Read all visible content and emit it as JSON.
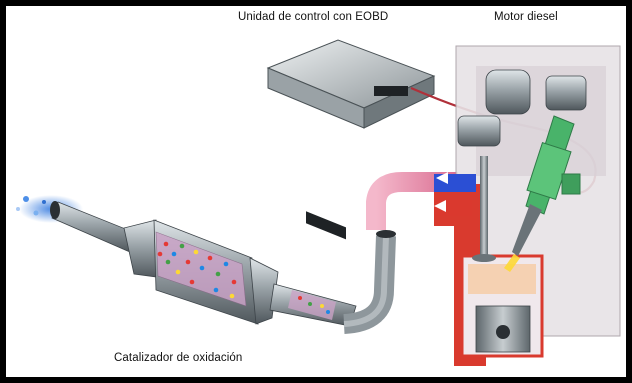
{
  "labels": {
    "ecu": "Unidad de control con EOBD",
    "engine": "Motor diesel",
    "catalyst": "Catalizador de oxidación"
  },
  "colors": {
    "background": "#ffffff",
    "frame": "#000000",
    "pipe_metal": "#9aa3a8",
    "hot_pipe": "#e78aa8",
    "engine_block": "#d93a2e",
    "injector": "#49b36a",
    "wire": "#b0303a"
  }
}
